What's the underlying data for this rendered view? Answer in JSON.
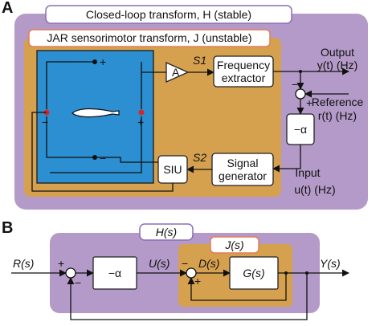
{
  "panel_a": {
    "letter": "A",
    "closed_loop_title": "Closed-loop transform, H (stable)",
    "jar_title": "JAR sensorimotor transform, J (unstable)",
    "amp": "A",
    "signal_s1": "S1",
    "signal_s2": "S2",
    "frequency_extractor": [
      "Frequency",
      "extractor"
    ],
    "signal_generator": [
      "Signal",
      "generator"
    ],
    "siu": "SIU",
    "gain": "−α",
    "output_label": [
      "Output",
      "y(t) (Hz)"
    ],
    "reference_label": [
      "Reference",
      "r(t) (Hz)"
    ],
    "input_label": [
      "Input",
      "u(t) (Hz)"
    ],
    "plus": "+",
    "minus": "−",
    "colors": {
      "outer": "#b49ac8",
      "inner": "#d6a14f",
      "tank": "#2b8fd1",
      "electrode": "#d62728",
      "title_border": "#8a6fb2",
      "jar_title_border": "#e37c58"
    }
  },
  "panel_b": {
    "letter": "B",
    "h_label": "H(s)",
    "j_label": "J(s)",
    "gain": "−α",
    "g_block": "G(s)",
    "r_label": "R(s)",
    "u_label": "U(s)",
    "d_label": "D(s)",
    "y_label": "Y(s)",
    "plus": "+",
    "minus": "−"
  }
}
